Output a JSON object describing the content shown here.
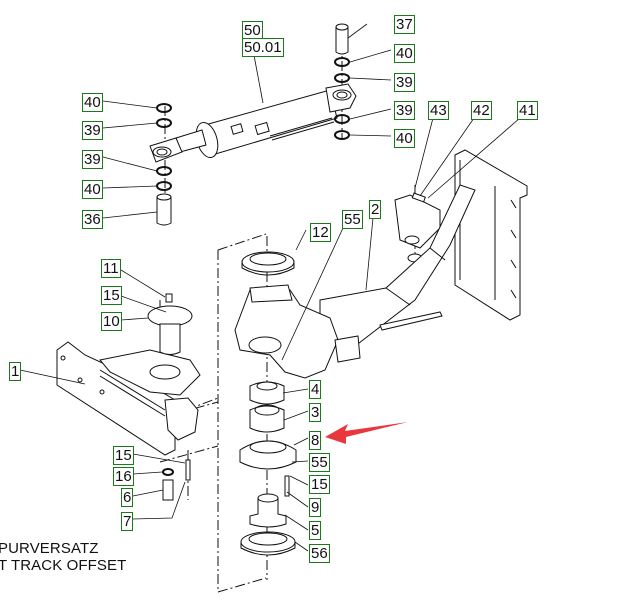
{
  "diagram": {
    "type": "exploded-parts-drawing",
    "caption": {
      "line1": "PURVERSATZ",
      "line2": "T TRACK OFFSET"
    },
    "highlight": {
      "arrow_color": "#e8383d",
      "target_callout": "8"
    },
    "callout_border_color": "#1a7a1a",
    "callouts": [
      {
        "id": "c50",
        "label": "50",
        "part": "hydraulic-cylinder"
      },
      {
        "id": "c50_01",
        "label": "50.01",
        "part": "hydraulic-cylinder"
      },
      {
        "id": "c37",
        "label": "37",
        "part": "pin"
      },
      {
        "id": "c40a",
        "label": "40",
        "part": "seal-ring"
      },
      {
        "id": "c39a",
        "label": "39",
        "part": "washer"
      },
      {
        "id": "c39b",
        "label": "39",
        "part": "washer"
      },
      {
        "id": "c40b",
        "label": "40",
        "part": "seal-ring"
      },
      {
        "id": "c40c",
        "label": "40",
        "part": "seal-ring"
      },
      {
        "id": "c39c",
        "label": "39",
        "part": "washer"
      },
      {
        "id": "c39d",
        "label": "39",
        "part": "washer"
      },
      {
        "id": "c40d",
        "label": "40",
        "part": "seal-ring"
      },
      {
        "id": "c36",
        "label": "36",
        "part": "pin"
      },
      {
        "id": "c43",
        "label": "43",
        "part": "screw"
      },
      {
        "id": "c42",
        "label": "42",
        "part": "plate"
      },
      {
        "id": "c41",
        "label": "41",
        "part": "bracket-frame"
      },
      {
        "id": "c12",
        "label": "12",
        "part": "seal"
      },
      {
        "id": "c55a",
        "label": "55",
        "part": "grease-nipple"
      },
      {
        "id": "c2",
        "label": "2",
        "part": "swing-arm"
      },
      {
        "id": "c11",
        "label": "11",
        "part": "screw"
      },
      {
        "id": "c15a",
        "label": "15",
        "part": "washer"
      },
      {
        "id": "c10",
        "label": "10",
        "part": "pivot-pin"
      },
      {
        "id": "c1",
        "label": "1",
        "part": "axle-carrier"
      },
      {
        "id": "c4",
        "label": "4",
        "part": "bearing"
      },
      {
        "id": "c3",
        "label": "3",
        "part": "bearing"
      },
      {
        "id": "c8",
        "label": "8",
        "part": "bearing-housing"
      },
      {
        "id": "c55b",
        "label": "55",
        "part": "grease-nipple"
      },
      {
        "id": "c15b",
        "label": "15",
        "part": "washer"
      },
      {
        "id": "c9",
        "label": "9",
        "part": "screw"
      },
      {
        "id": "c5",
        "label": "5",
        "part": "bushing"
      },
      {
        "id": "c56",
        "label": "56",
        "part": "seal"
      },
      {
        "id": "c15c",
        "label": "15",
        "part": "washer"
      },
      {
        "id": "c16",
        "label": "16",
        "part": "ring"
      },
      {
        "id": "c6",
        "label": "6",
        "part": "bolt"
      },
      {
        "id": "c7",
        "label": "7",
        "part": "screw"
      }
    ]
  }
}
